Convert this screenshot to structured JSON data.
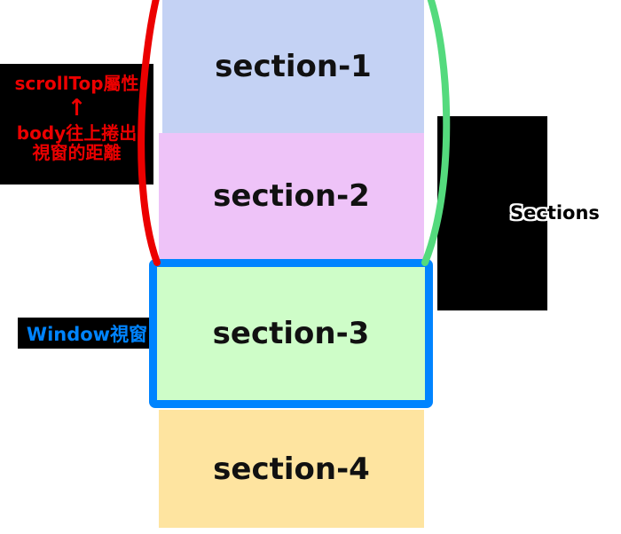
{
  "diagram": {
    "sections": [
      {
        "label": "section-1",
        "color": "#c4d2f4"
      },
      {
        "label": "section-2",
        "color": "#eec3f8"
      },
      {
        "label": "section-3",
        "color": "#cefdc8"
      },
      {
        "label": "section-4",
        "color": "#fee4a0"
      }
    ],
    "scrolltop_note": {
      "title": "scrollTop屬性",
      "arrow": "↑",
      "desc_line1": "body往上捲出",
      "desc_line2": "視窗的距離",
      "text_color": "#ec0000",
      "bg_color": "#000000"
    },
    "window_note": {
      "text": "Window視窗",
      "text_color": "#0084ff",
      "bg_color": "#000000"
    },
    "sections_note": {
      "text": "Sections",
      "text_color": "#000000",
      "outline_color": "#ffffff",
      "bg_color": "#000000"
    },
    "window_border_color": "#0084ff",
    "red_arc_color": "#ec0000",
    "green_arc_color": "#54da7d"
  }
}
